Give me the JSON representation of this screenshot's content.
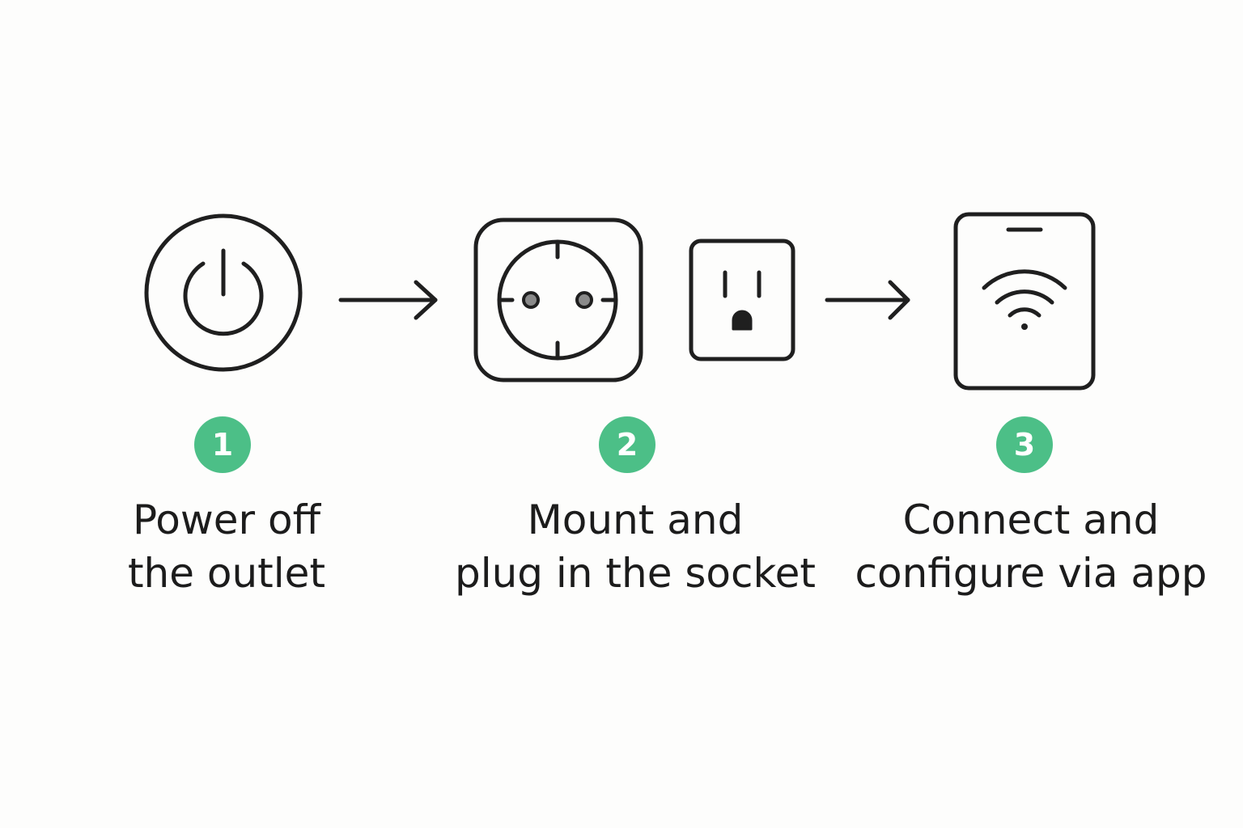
{
  "accent_color": "#4cbf87",
  "stroke_color": "#1f1f1f",
  "steps": [
    {
      "number": "1",
      "icon": "power-icon",
      "label_line1": "Power off",
      "label_line2": "the outlet"
    },
    {
      "number": "2",
      "icon": "socket-icon",
      "secondary_icon": "us-outlet-icon",
      "label_line1": "Mount and",
      "label_line2": "plug in the socket"
    },
    {
      "number": "3",
      "icon": "phone-wifi-icon",
      "label_line1": "Connect and",
      "label_line2": "configure via app"
    }
  ],
  "connectors": [
    "arrow-right-icon",
    "arrow-right-icon"
  ]
}
